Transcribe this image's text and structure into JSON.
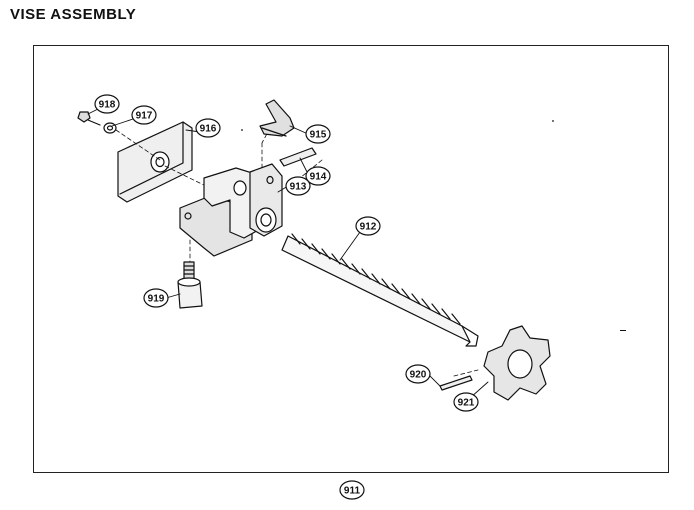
{
  "title": "VISE ASSEMBLY",
  "assembly_callout": "911",
  "parts": {
    "p912": "912",
    "p913": "913",
    "p914": "914",
    "p915": "915",
    "p916": "916",
    "p917": "917",
    "p918": "918",
    "p919": "919",
    "p920": "920",
    "p921": "921"
  }
}
